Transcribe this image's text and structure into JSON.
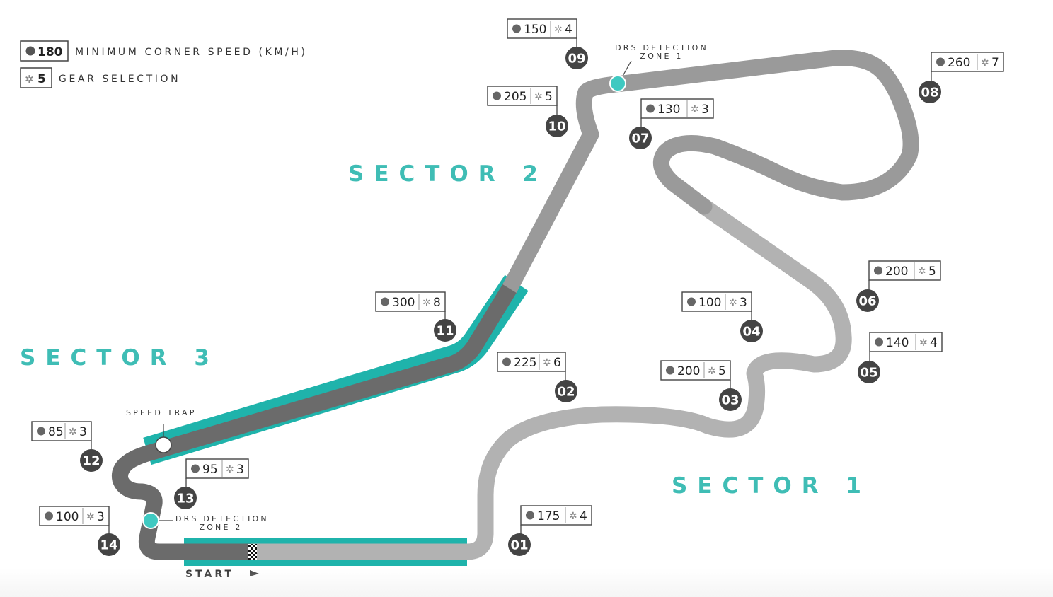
{
  "legend": {
    "speed_value": "180",
    "speed_label": "MINIMUM CORNER SPEED (KM/H)",
    "gear_value": "5",
    "gear_label": "GEAR SELECTION"
  },
  "sectors": [
    {
      "id": "sector-1",
      "label": "SECTOR 1"
    },
    {
      "id": "sector-2",
      "label": "SECTOR 2"
    },
    {
      "id": "sector-3",
      "label": "SECTOR 3"
    }
  ],
  "drs_zone_1": [
    "DRS DETECTION",
    "ZONE 1"
  ],
  "drs_zone_2": [
    "DRS DETECTION",
    "ZONE 2"
  ],
  "speed_trap": "SPEED TRAP",
  "start": "START",
  "corners": [
    {
      "number": "01",
      "speed": "175",
      "gear": "4"
    },
    {
      "number": "02",
      "speed": "225",
      "gear": "6"
    },
    {
      "number": "03",
      "speed": "200",
      "gear": "5"
    },
    {
      "number": "04",
      "speed": "100",
      "gear": "3"
    },
    {
      "number": "05",
      "speed": "140",
      "gear": "4"
    },
    {
      "number": "06",
      "speed": "200",
      "gear": "5"
    },
    {
      "number": "07",
      "speed": "130",
      "gear": "3"
    },
    {
      "number": "08",
      "speed": "260",
      "gear": "7"
    },
    {
      "number": "09",
      "speed": "150",
      "gear": "4"
    },
    {
      "number": "10",
      "speed": "205",
      "gear": "5"
    },
    {
      "number": "11",
      "speed": "300",
      "gear": "8"
    },
    {
      "number": "12",
      "speed": "85",
      "gear": "3"
    },
    {
      "number": "13",
      "speed": "95",
      "gear": "3"
    },
    {
      "number": "14",
      "speed": "100",
      "gear": "3"
    }
  ],
  "colors": {
    "sector1": "#b2b2b2",
    "sector2": "#9a9a9a",
    "sector3": "#6b6b6b",
    "drs": "#1fb3ab",
    "accent": "#3fbdb5",
    "badge": "#444444"
  }
}
